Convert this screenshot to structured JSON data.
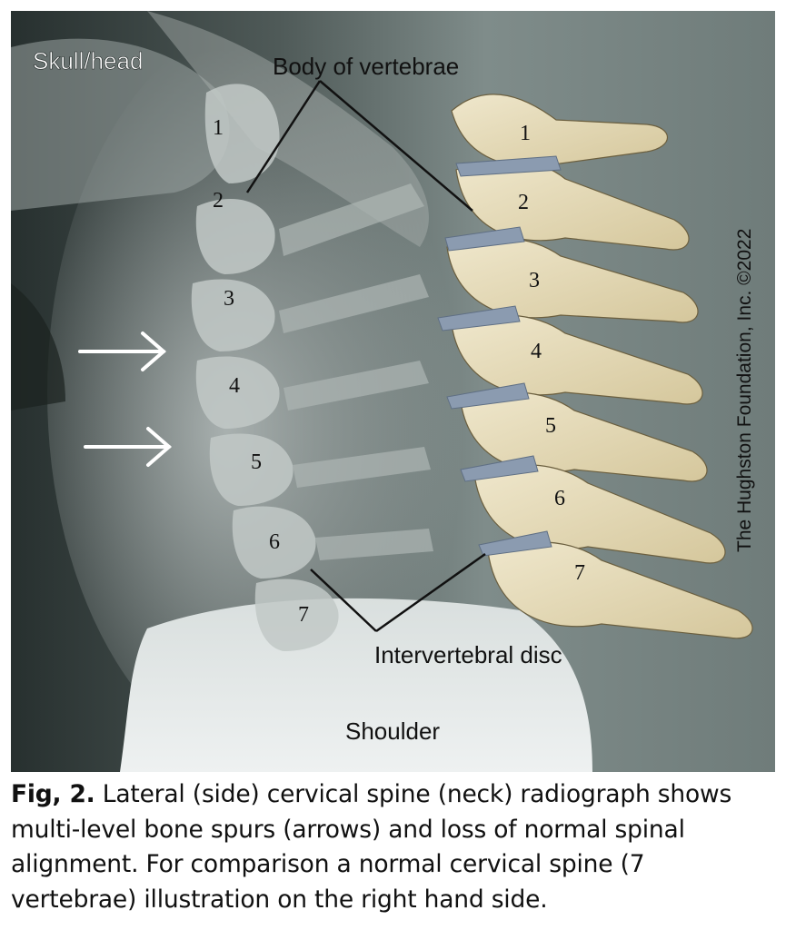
{
  "figure": {
    "labels": {
      "skull": "Skull/head",
      "body": "Body of vertebrae",
      "disc": "Intervertebral disc",
      "shoulder": "Shoulder"
    },
    "xray_vertebra_numbers": [
      "1",
      "2",
      "3",
      "4",
      "5",
      "6",
      "7"
    ],
    "illustration_vertebra_numbers": [
      "1",
      "2",
      "3",
      "4",
      "5",
      "6",
      "7"
    ],
    "arrow_count": 2,
    "copyright": "The Hughston Foundation, Inc. ©2022"
  },
  "caption": {
    "label": "Fig, 2.",
    "text": " Lateral (side) cervical spine (neck) radiograph shows multi-level bone spurs (arrows) and loss of normal spinal alignment. For comparison a normal cervical spine (7 vertebrae) illustration on the right hand side."
  }
}
